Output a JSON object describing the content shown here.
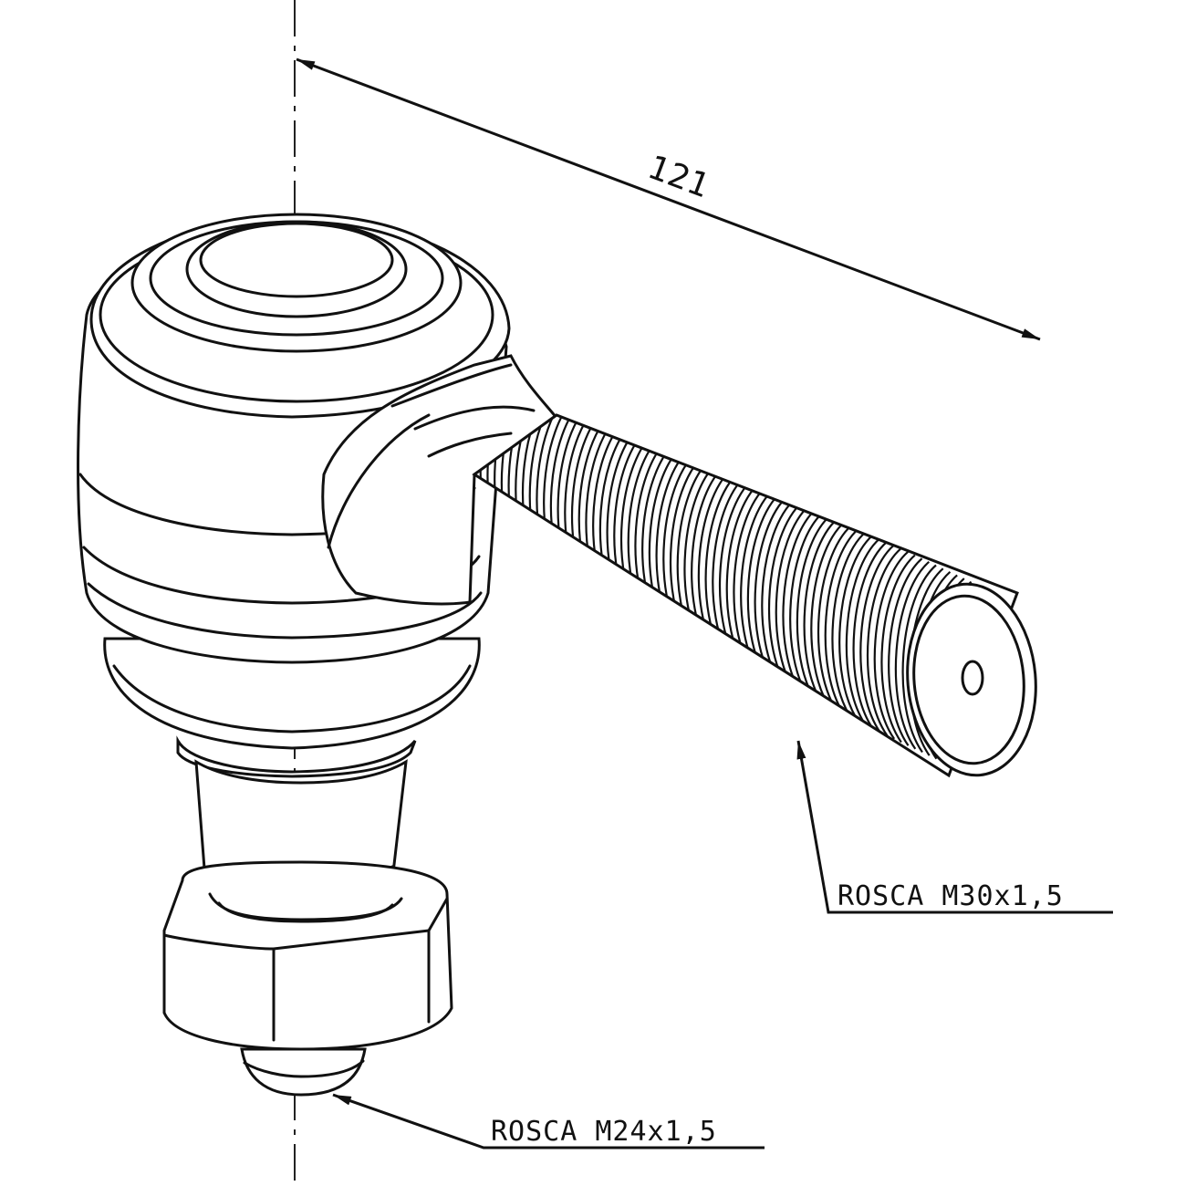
{
  "dimension": {
    "value": "121"
  },
  "callouts": {
    "thread_shank": "ROSCA  M30x1,5",
    "thread_stud": "ROSCA  M24x1,5"
  },
  "colors": {
    "line": "#111111",
    "background": "#ffffff",
    "watermark": "#d9d9d9"
  }
}
